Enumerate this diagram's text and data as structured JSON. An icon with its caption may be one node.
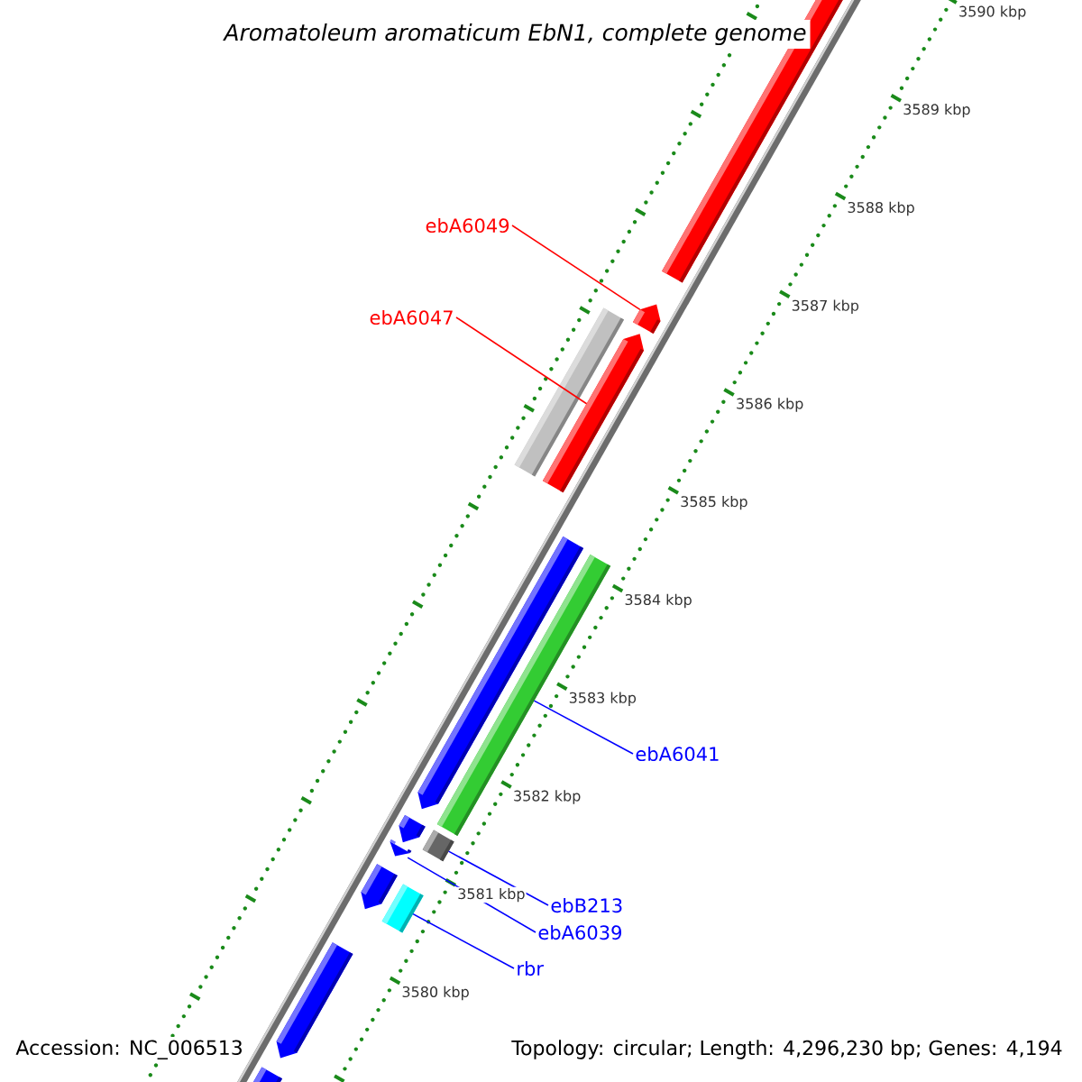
{
  "diagram": {
    "title": "Aromatoleum aromaticum EbN1, complete genome",
    "nodes": [
      {
        "text": [
          "ebA6049"
        ]
      },
      {
        "text": [
          "ebA6047"
        ]
      },
      {
        "text": [
          "ebA6041"
        ]
      },
      {
        "text": [
          "ebB213"
        ]
      },
      {
        "text": [
          "ebA6039"
        ]
      },
      {
        "text": [
          "rbr"
        ]
      },
      {
        "text": [],
        "shape": "bar"
      },
      {
        "text": [],
        "shape": "pentagon"
      },
      {
        "text": [],
        "shape": "pentagon"
      },
      {
        "text": [],
        "shape": "bar"
      },
      {
        "text": [],
        "shape": "pentagon"
      },
      {
        "text": [],
        "shape": "bar"
      },
      {
        "text": [],
        "shape": "pentagon"
      },
      {
        "text": [],
        "shape": "pentagon"
      },
      {
        "text": [],
        "shape": "bar"
      },
      {
        "text": [],
        "shape": "pentagon"
      },
      {
        "text": [],
        "shape": "bar"
      },
      {
        "text": [],
        "shape": "pentagon"
      },
      {
        "text": [],
        "shape": "pentagon"
      }
    ],
    "edges": [
      {
        "from": 0,
        "to": 7,
        "arrow": "none",
        "color": "#ff0000"
      },
      {
        "from": 1,
        "to": 8,
        "arrow": "none",
        "color": "#ff0000"
      },
      {
        "from": 2,
        "to": 11,
        "arrow": "none"
      },
      {
        "from": 3,
        "to": 14,
        "arrow": "none"
      },
      {
        "from": 4,
        "to": 13,
        "arrow": "none"
      },
      {
        "from": 5,
        "to": 16,
        "arrow": "none"
      }
    ],
    "labels": [
      "3590 kbp",
      "3589 kbp",
      "3588 kbp",
      "3587 kbp",
      "3586 kbp",
      "3585 kbp",
      "3584 kbp",
      "3583 kbp",
      "3582 kbp",
      "3581 kbp",
      "3580 kbp",
      "Accession: NC_006513",
      "Topology: circular; Length: 4,296,230 bp; Genes: 4,194"
    ]
  }
}
